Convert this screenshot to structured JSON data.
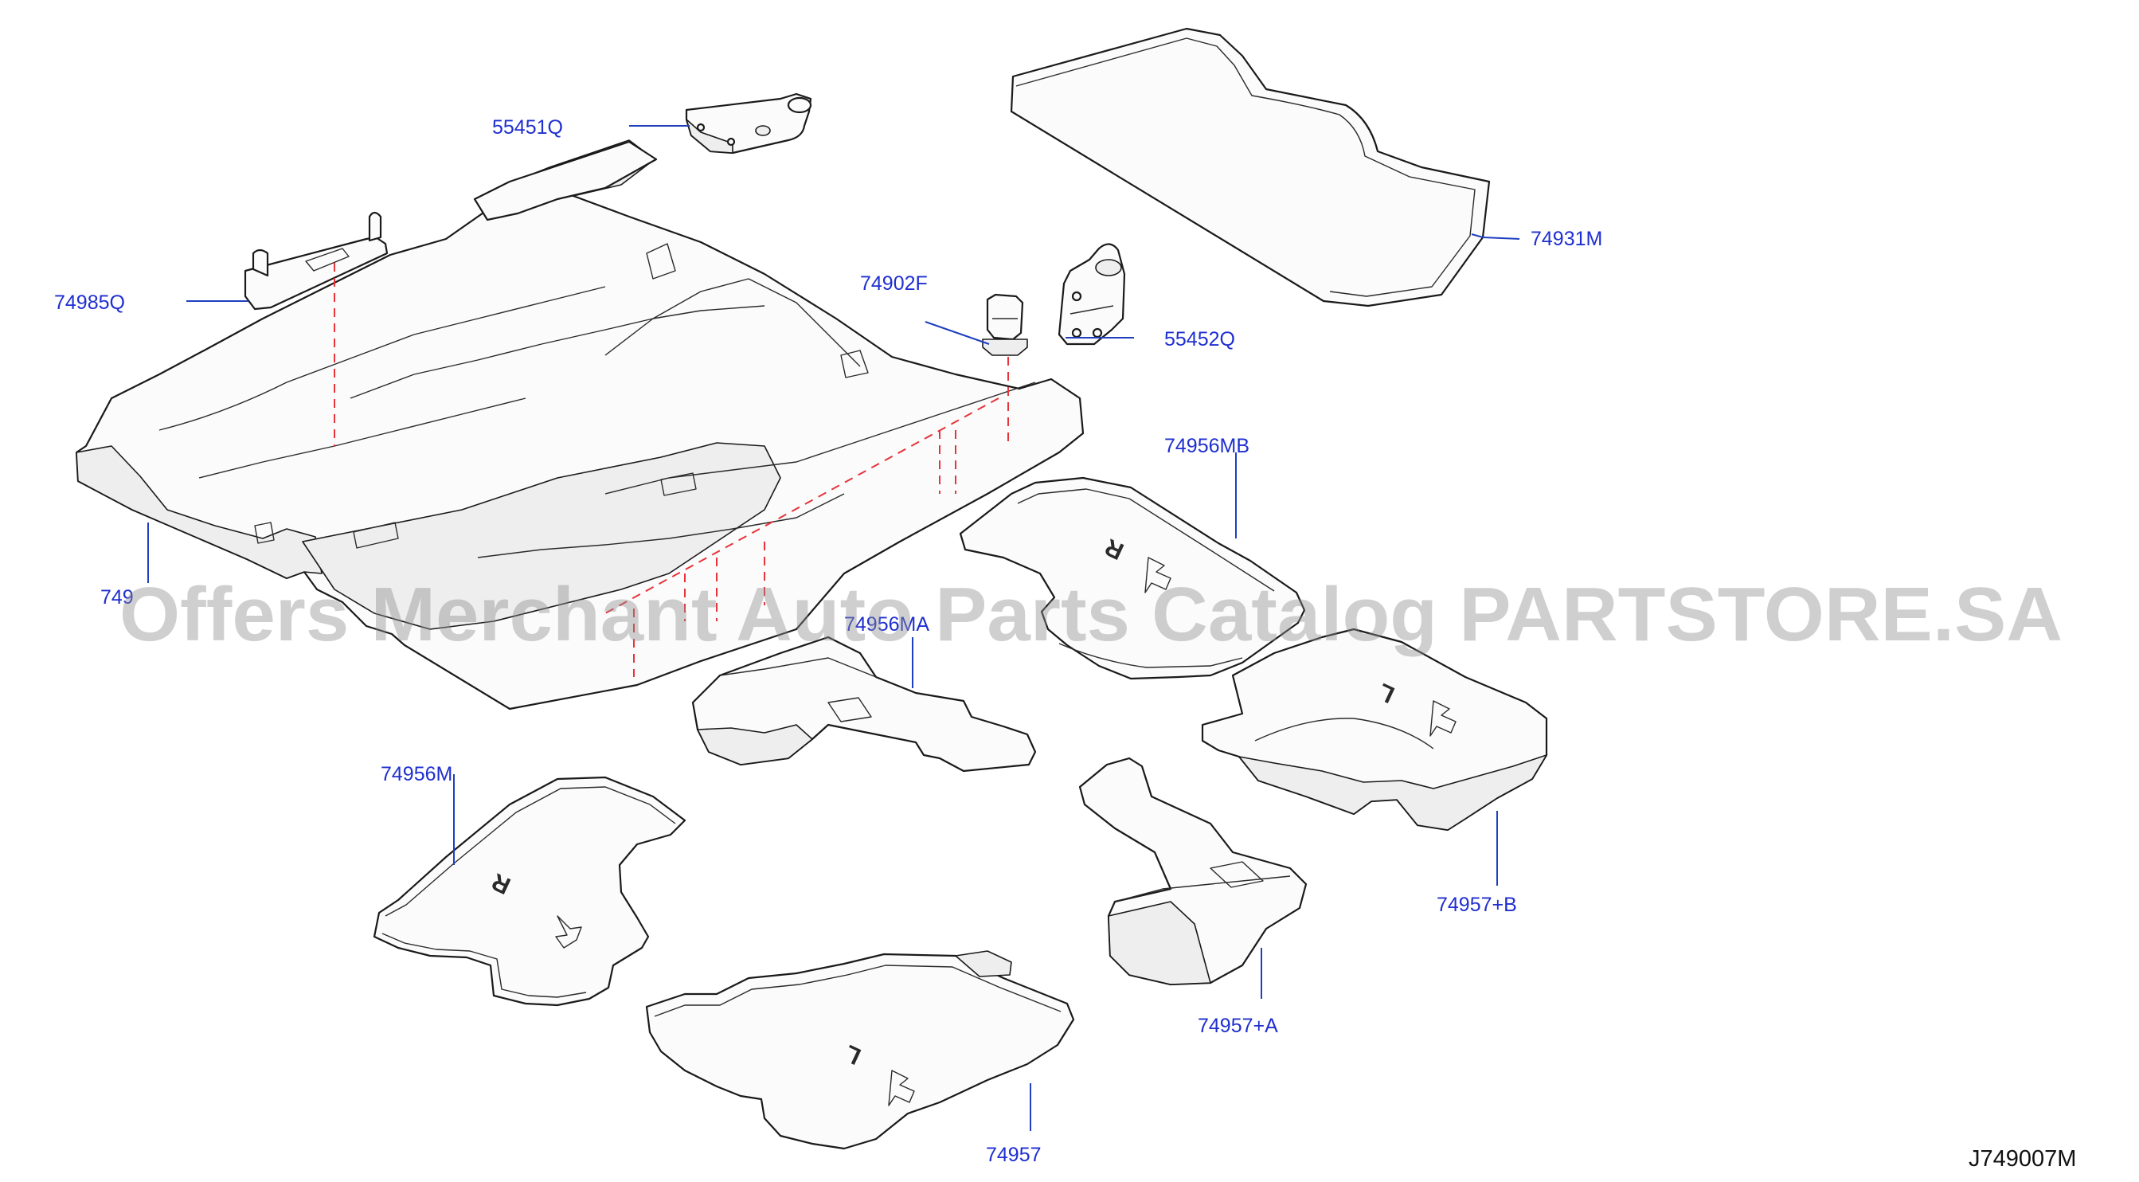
{
  "diagram_id": "J749007M",
  "watermark": "Offers Merchant Auto Parts Catalog PARTSTORE.SA",
  "callouts": {
    "p55451q": "55451Q",
    "p74931m": "74931M",
    "p74985q": "74985Q",
    "p74902f": "74902F",
    "p55452q": "55452Q",
    "p74956mb": "74956MB",
    "p749xx": "749",
    "p74956ma": "74956MA",
    "p74956m": "74956M",
    "p74957b": "74957+B",
    "p74957a": "74957+A",
    "p74957": "74957"
  },
  "mat_markings": {
    "rr_right": "R",
    "rr_left": "L",
    "fr_right": "R",
    "fr_left": "L"
  },
  "colors": {
    "callout": "#1f2fd0",
    "fastener_guide": "#e8333a",
    "line_art": "#1a1a1a"
  }
}
